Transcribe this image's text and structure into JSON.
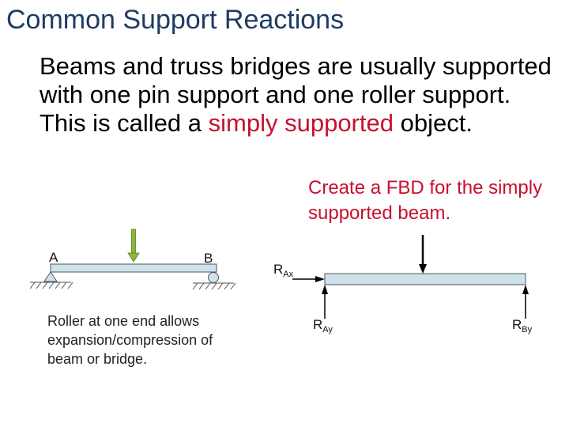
{
  "slide": {
    "title": "Common Support Reactions",
    "paragraph_parts": [
      "Beams and truss bridges are usually supported with one pin support and one roller support. This is called a ",
      "simply supported",
      " object."
    ],
    "fbd_prompt": "Create a FBD for the simply supported beam.",
    "caption": "Roller at one end allows expansion/compression of beam or bridge."
  },
  "diagram": {
    "left_label": "A",
    "right_label": "B",
    "fbd_labels": {
      "rax_main": "R",
      "rax_sub": "Ax",
      "ray_main": "R",
      "ray_sub": "Ay",
      "rby_main": "R",
      "rby_sub": "By"
    }
  },
  "colors": {
    "title": "#1f3b63",
    "highlight": "#c8102e",
    "beam_fill": "#cde3ec",
    "load_arrow": "#8cb83a"
  }
}
